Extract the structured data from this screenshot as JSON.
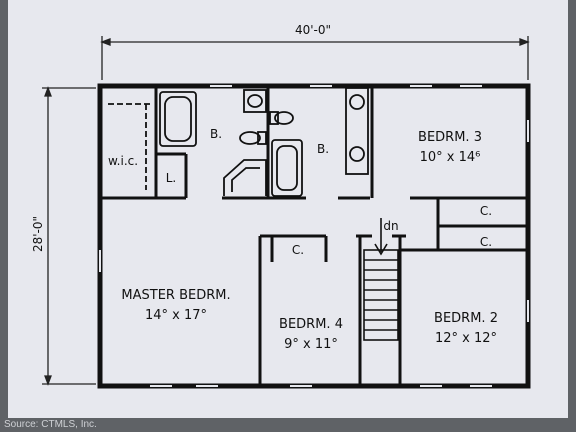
{
  "plan": {
    "overall_width_label": "40'-0\"",
    "overall_depth_label": "28'-0\"",
    "rooms": {
      "wic": "w.i.c.",
      "linen": "L.",
      "bath_master": "B.",
      "bath_hall": "B.",
      "bedroom3_name": "BEDRM. 3",
      "bedroom3_size": "10° x 14⁶",
      "closet_upper": "C.",
      "closet_lower": "C.",
      "stair_dn": "dn",
      "closet_bed4": "C.",
      "master_name": "MASTER BEDRM.",
      "master_size": "14° x 17°",
      "bedroom4_name": "BEDRM. 4",
      "bedroom4_size": "9° x 11°",
      "bedroom2_name": "BEDRM. 2",
      "bedroom2_size": "12° x 12°"
    }
  },
  "source": "Source: CTMLS, Inc."
}
